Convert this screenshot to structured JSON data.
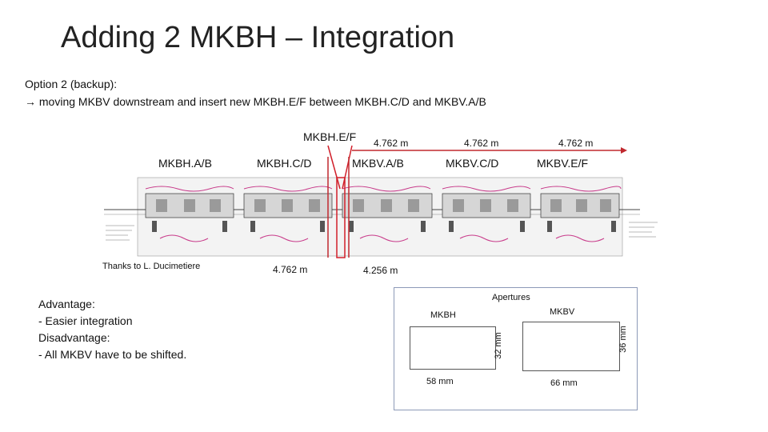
{
  "title": "Adding 2 MKBH – Integration",
  "option": {
    "line1": "Option 2 (backup):",
    "arrow": "→",
    "line2": "moving MKBV downstream and insert new MKBH.E/F between MKBH.C/D and MKBV.A/B"
  },
  "magnets": {
    "mkbh_ab": "MKBH.A/B",
    "mkbh_cd": "MKBH.C/D",
    "mkbh_ef": "MKBH.E/F",
    "mkbv_ab": "MKBV.A/B",
    "mkbv_cd": "MKBV.C/D",
    "mkbv_ef": "MKBV.E/F"
  },
  "spacings": {
    "top1": "4.762 m",
    "top2": "4.762 m",
    "top3": "4.762 m",
    "bottom1": "4.762 m",
    "bottom2": "4.256 m"
  },
  "credit": "Thanks to L. Ducimetiere",
  "pros_cons": {
    "advantage_label": "Advantage:",
    "advantage_item": "-   Easier integration",
    "disadvantage_label": "Disadvantage:",
    "disadvantage_item": "- All MKBV have to be shifted."
  },
  "apertures": {
    "title": "Apertures",
    "mkbh": {
      "name": "MKBH",
      "width": "58 mm",
      "height": "32 mm"
    },
    "mkbv": {
      "name": "MKBV",
      "width": "66 mm",
      "height": "36 mm"
    }
  }
}
